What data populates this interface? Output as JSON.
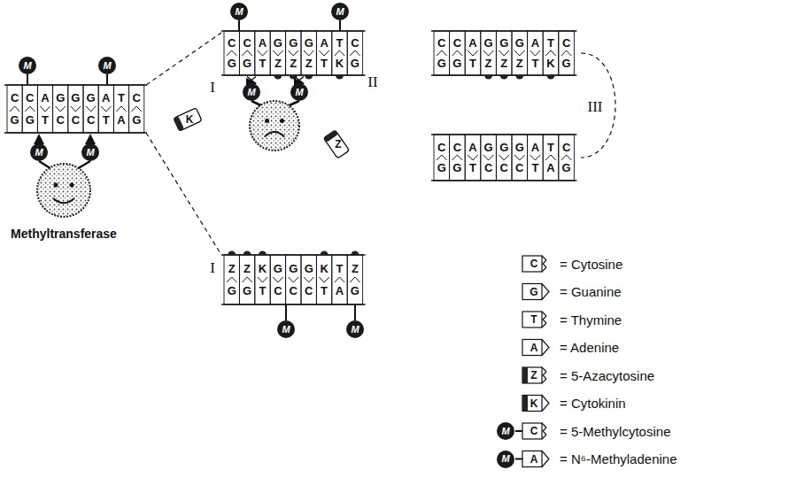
{
  "diagram": {
    "nodes": [
      {
        "text": [
          "M"
        ]
      },
      {
        "text": [
          "M"
        ]
      },
      {
        "text": [
          "M"
        ]
      },
      {
        "text": [
          "M"
        ]
      },
      {
        "text": [
          "M"
        ]
      },
      {
        "text": [
          "M"
        ]
      },
      {
        "text": [
          "M"
        ]
      },
      {
        "text": [
          "M"
        ]
      },
      {
        "text": [
          "M"
        ]
      },
      {
        "text": [
          "M"
        ]
      }
    ],
    "labels": [
      "C",
      "C",
      "A",
      "G",
      "G",
      "G",
      "A",
      "T",
      "C",
      "G",
      "G",
      "T",
      "C",
      "C",
      "C",
      "T",
      "A",
      "G",
      "C",
      "C",
      "A",
      "G",
      "G",
      "G",
      "A",
      "T",
      "C",
      "G",
      "G",
      "T",
      "Z",
      "Z",
      "Z",
      "T",
      "K",
      "G",
      "C",
      "C",
      "A",
      "G",
      "G",
      "G",
      "A",
      "T",
      "C",
      "G",
      "G",
      "T",
      "Z",
      "Z",
      "Z",
      "T",
      "K",
      "G",
      "C",
      "C",
      "A",
      "G",
      "G",
      "G",
      "A",
      "T",
      "C",
      "G",
      "G",
      "T",
      "C",
      "C",
      "C",
      "T",
      "A",
      "G",
      "Z",
      "Z",
      "K",
      "G",
      "G",
      "G",
      "K",
      "T",
      "Z",
      "G",
      "G",
      "T",
      "C",
      "C",
      "C",
      "T",
      "A",
      "G",
      "K",
      "Z",
      "I",
      "II",
      "III",
      "I",
      "Methyltransferase",
      "C",
      "G",
      "T",
      "A",
      "Z",
      "K",
      "M",
      "C",
      "M",
      "A"
    ],
    "legend": [
      {
        "text": "= Cytosine"
      },
      {
        "text": "= Guanine"
      },
      {
        "text": "= Thymine"
      },
      {
        "text": "= Adenine"
      },
      {
        "text": "= 5-Azacytosine"
      },
      {
        "text": "= Cytokinin"
      },
      {
        "text": "= 5-Methylcytosine"
      },
      {
        "text": "= N⁶-Methyladenine"
      }
    ]
  }
}
